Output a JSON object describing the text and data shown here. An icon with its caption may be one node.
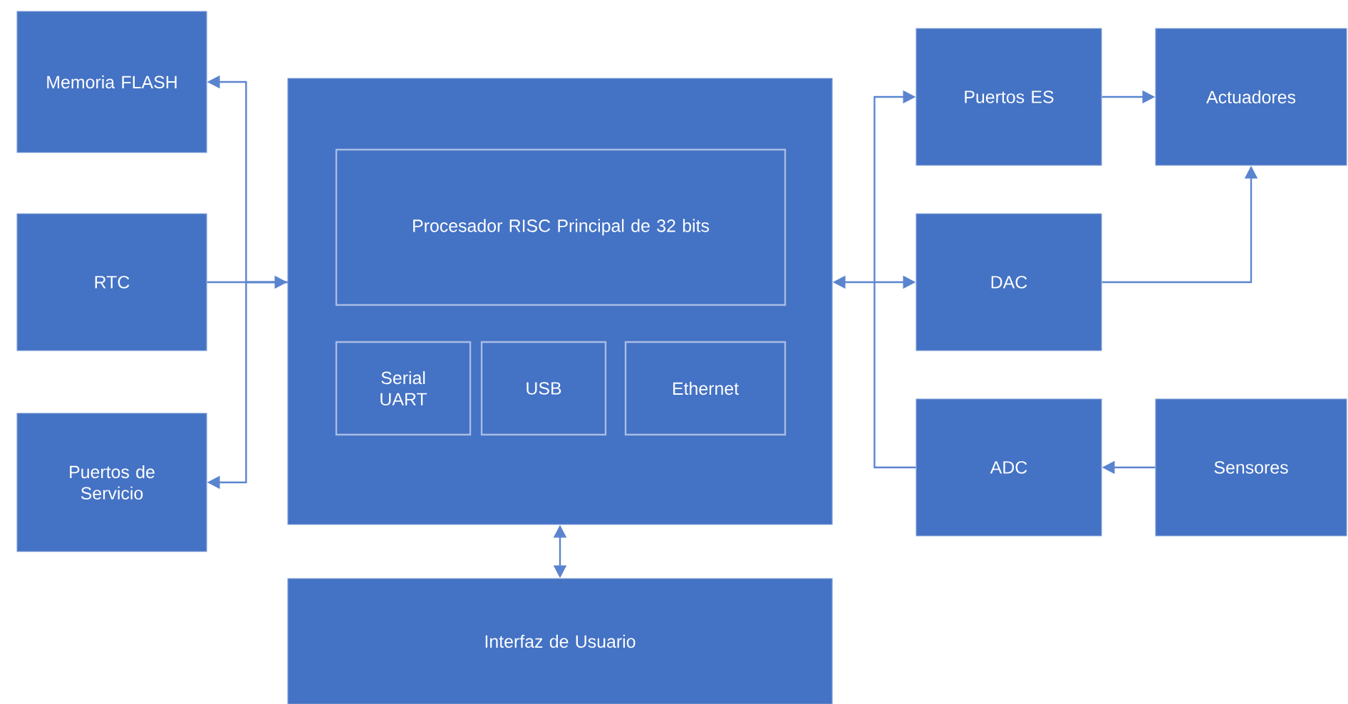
{
  "diagram": {
    "nodes": [
      {
        "text": [
          "Memoria FLASH"
        ]
      },
      {
        "text": [
          "RTC"
        ]
      },
      {
        "text": [
          "Puertos de Servicio"
        ]
      },
      {
        "text": [],
        "shape": "box"
      },
      {
        "text": [
          "Procesador RISC Principal de 32 bits"
        ],
        "in": 3
      },
      {
        "text": [
          "Serial UART"
        ],
        "in": 3
      },
      {
        "text": [
          "USB"
        ],
        "in": 3
      },
      {
        "text": [
          "Ethernet"
        ],
        "in": 3
      },
      {
        "text": [
          "Interfaz de Usuario"
        ]
      },
      {
        "text": [
          "Puertos ES"
        ]
      },
      {
        "text": [
          "Actuadores"
        ]
      },
      {
        "text": [
          "DAC"
        ]
      },
      {
        "text": [
          "ADC"
        ]
      },
      {
        "text": [
          "Sensores"
        ]
      }
    ],
    "edges": [
      {
        "from": 1,
        "to": 3,
        "arrow": "to"
      },
      {
        "from": 3,
        "to": 0,
        "arrow": "to"
      },
      {
        "from": 3,
        "to": 2,
        "arrow": "to"
      },
      {
        "from": 3,
        "to": 11,
        "arrow": "both"
      },
      {
        "from": 12,
        "to": 9,
        "arrow": "to"
      },
      {
        "from": 9,
        "to": 10,
        "arrow": "to"
      },
      {
        "from": 11,
        "to": 10,
        "arrow": "to"
      },
      {
        "from": 13,
        "to": 12,
        "arrow": "to"
      },
      {
        "from": 3,
        "to": 8,
        "arrow": "both"
      }
    ]
  }
}
